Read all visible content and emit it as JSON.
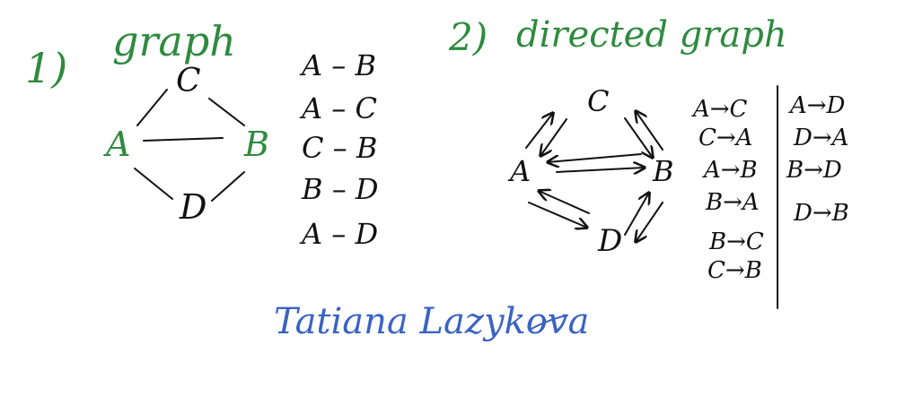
{
  "section1": {
    "number": "1)",
    "title": "graph",
    "nodes": {
      "A": "A",
      "B": "B",
      "C": "C",
      "D": "D"
    },
    "edge_list": [
      "A – B",
      "A – C",
      "C – B",
      "B – D",
      "A – D"
    ]
  },
  "section2": {
    "number": "2)",
    "title": "directed graph",
    "nodes": {
      "A": "A",
      "B": "B",
      "C": "C",
      "D": "D"
    },
    "edges_col1": [
      "A→C",
      "C→A",
      "A→B",
      "B→A",
      "B→C",
      "C→B"
    ],
    "edges_col2": [
      "A→D",
      "D→A",
      "B→D",
      "D→B"
    ]
  },
  "signature": "Tatiana Lazykova",
  "colors": {
    "green": "#2f8a3f",
    "black": "#111111",
    "blue": "#3a63c2"
  }
}
